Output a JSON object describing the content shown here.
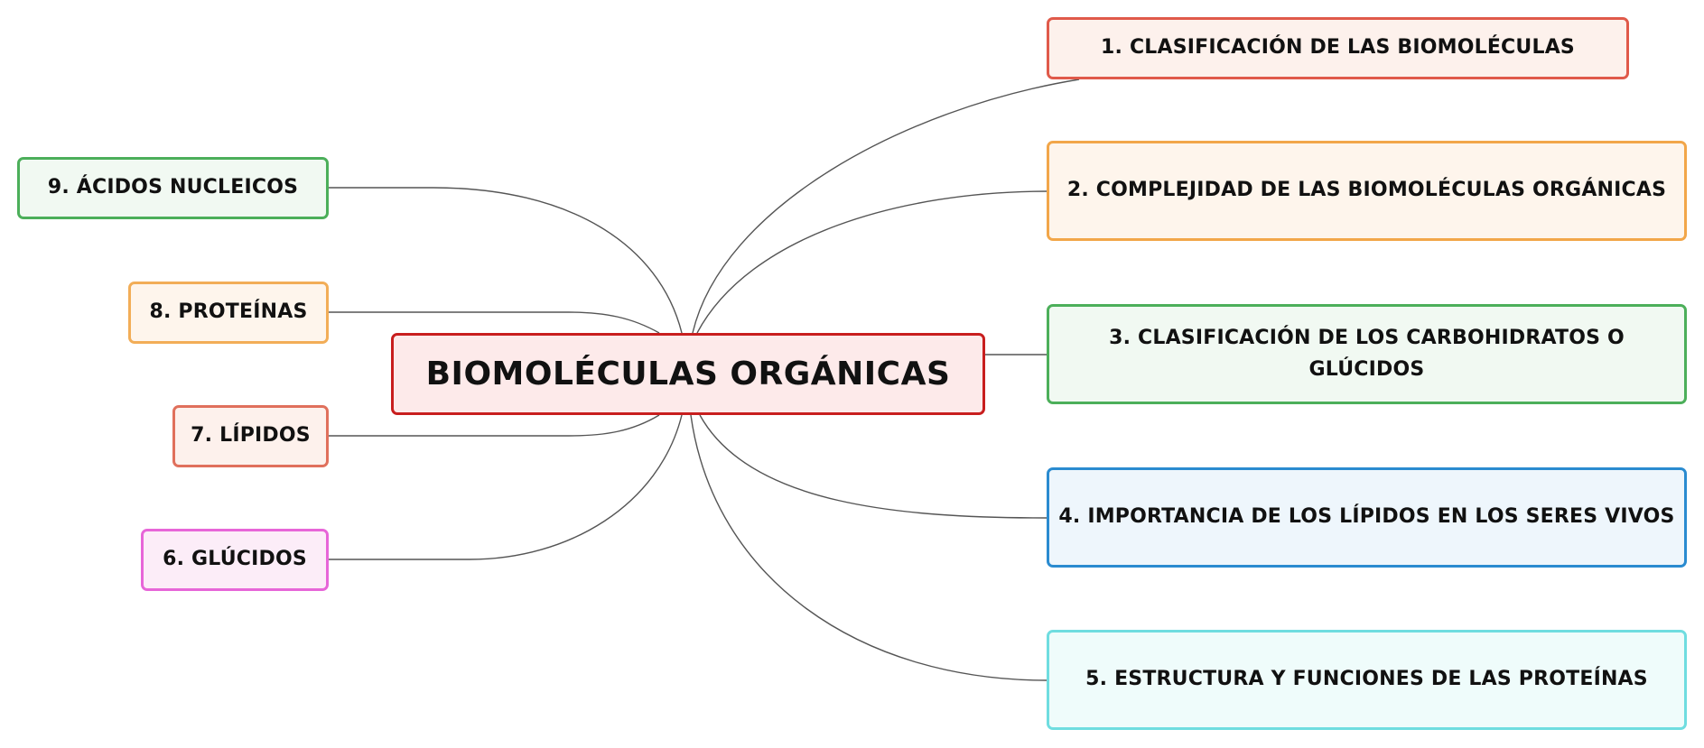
{
  "central": {
    "label": "BIOMOLÉCULAS ORGÁNICAS",
    "border_color": "#c81e1e",
    "fill_color": "#fdeaea"
  },
  "branches": [
    {
      "label": "1. CLASIFICACIÓN DE LAS BIOMOLÉCULAS",
      "border_color": "#e05a4a",
      "fill_color": "#fdf1ec"
    },
    {
      "label": "2. COMPLEJIDAD DE LAS BIOMOLÉCULAS ORGÁNICAS",
      "border_color": "#f2a649",
      "fill_color": "#fef5ec"
    },
    {
      "label": "3. CLASIFICACIÓN DE LOS CARBOHIDRATOS O GLÚCIDOS",
      "border_color": "#4caf5a",
      "fill_color": "#f1f9f2"
    },
    {
      "label": "4. IMPORTANCIA DE LOS LÍPIDOS EN LOS SERES VIVOS",
      "border_color": "#2a8bd0",
      "fill_color": "#eef6fc"
    },
    {
      "label": "5. ESTRUCTURA Y FUNCIONES DE LAS PROTEÍNAS",
      "border_color": "#6fdde0",
      "fill_color": "#effcfb"
    },
    {
      "label": "6. GLÚCIDOS",
      "border_color": "#e766d8",
      "fill_color": "#fcedf8"
    },
    {
      "label": "7. LÍPIDOS",
      "border_color": "#e0705c",
      "fill_color": "#fdf1ec"
    },
    {
      "label": "8. PROTEÍNAS",
      "border_color": "#f2ad57",
      "fill_color": "#fef5ec"
    },
    {
      "label": "9. ÁCIDOS NUCLEICOS",
      "border_color": "#4caf5a",
      "fill_color": "#f1f9f2"
    }
  ],
  "connector_color": "#555555"
}
